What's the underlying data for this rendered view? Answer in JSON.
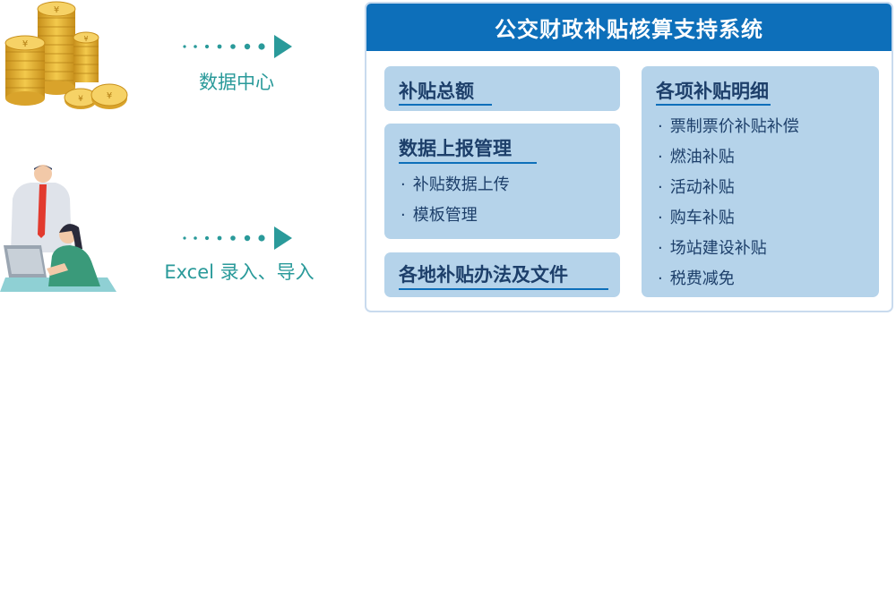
{
  "left": {
    "flow1_label": "数据中心",
    "flow2_label": "Excel 录入、导入"
  },
  "panel": {
    "title": "公交财政补贴核算支持系统",
    "card_total": {
      "title": "补贴总额"
    },
    "card_report": {
      "title": "数据上报管理",
      "items": [
        "补贴数据上传",
        "模板管理"
      ]
    },
    "card_policy": {
      "title": "各地补贴办法及文件"
    },
    "card_detail": {
      "title": "各项补贴明细",
      "items": [
        "票制票价补贴补偿",
        "燃油补贴",
        "活动补贴",
        "购车补贴",
        "场站建设补贴",
        "税费减免"
      ]
    }
  },
  "colors": {
    "header_blue": "#0d6fba",
    "card_blue": "#b5d3ea",
    "text_navy": "#1d3f6a",
    "teal": "#2a9a9a",
    "coin_gold": "#e9b93a"
  },
  "bullet": "·"
}
